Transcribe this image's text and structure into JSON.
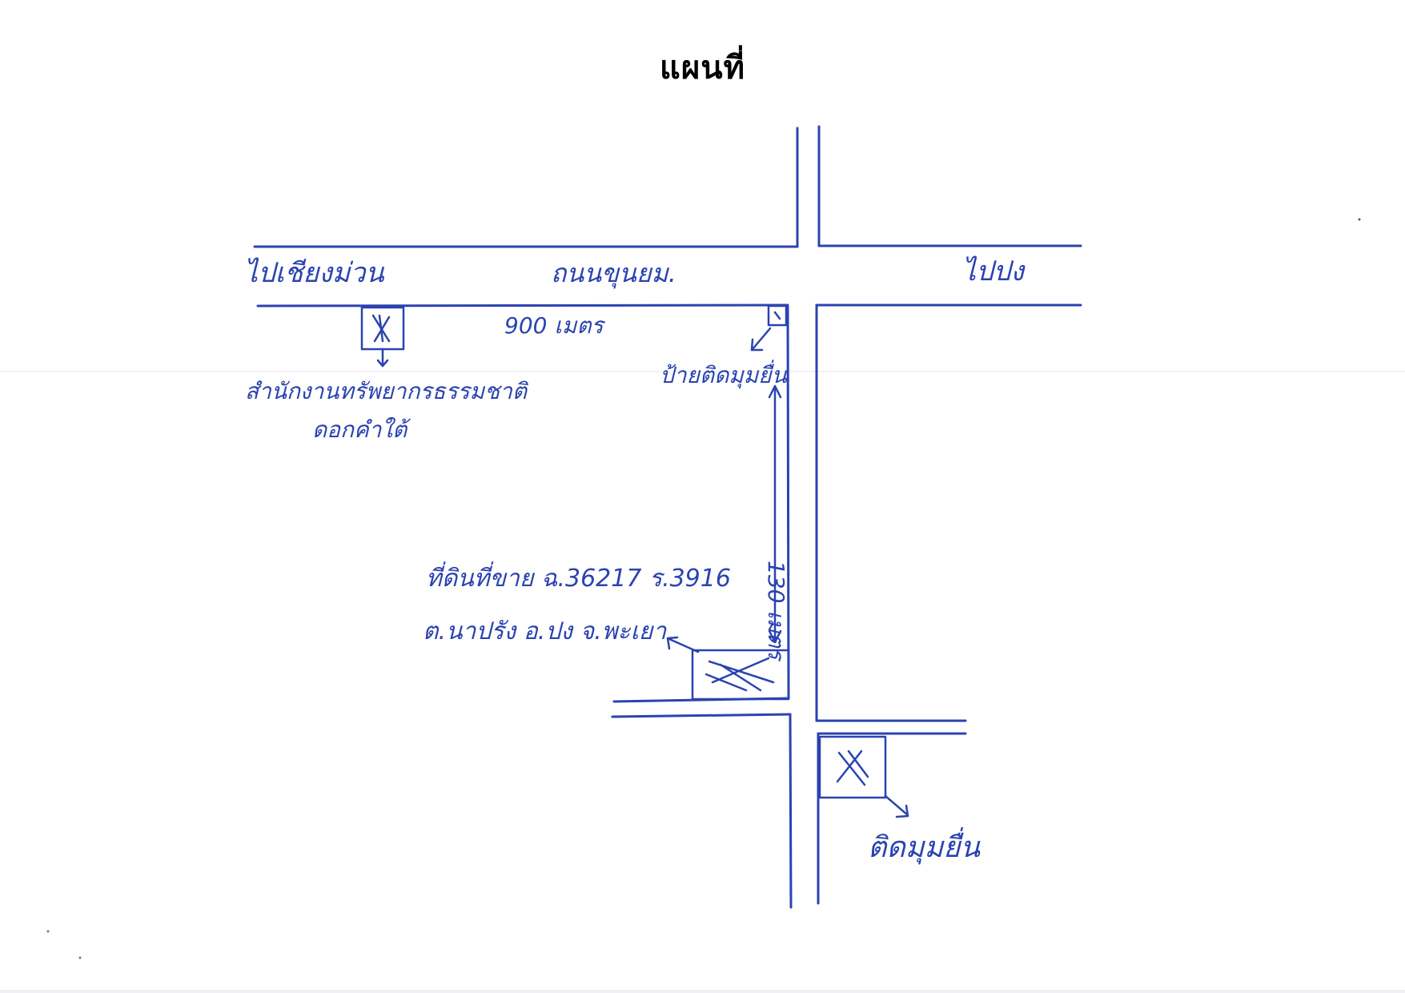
{
  "title": "แผนที่",
  "labels": {
    "to_chiang_muan": "ไปเชียงม่วน",
    "road_name": "ถนนขุนยม.",
    "to_pong": "ไปปง",
    "distance_top": "900 เมตร",
    "office_line1": "สำนักงานทรัพยากรธรรมชาติ",
    "office_line2": "ดอกคำใต้",
    "sign": "ป้ายติดมุมยื่น",
    "distance_vertical": "130 เมตร",
    "parcel_line1": "ที่ดินที่ขาย ฉ.36217 ร.3916",
    "parcel_line2": "ต.นาปรัง อ.ปง จ.พะเยา",
    "landmark": "ติดมุมยื่น"
  },
  "colors": {
    "ink": "#2b43b0",
    "title": "#000000",
    "paper": "#ffffff"
  }
}
